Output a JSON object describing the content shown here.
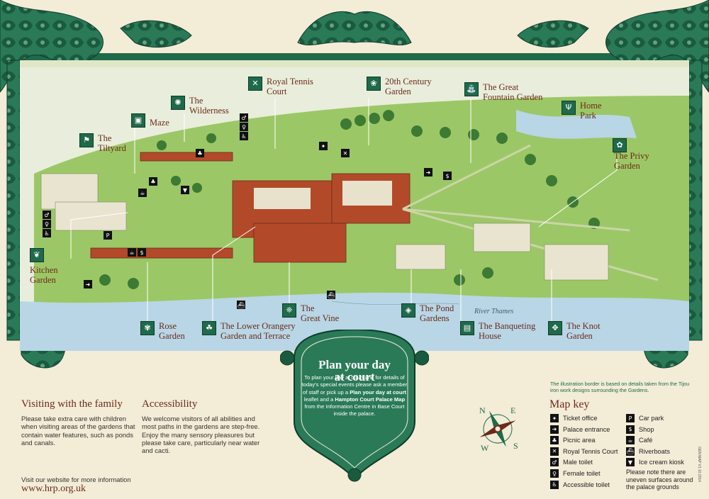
{
  "colors": {
    "border": "#1f6a4a",
    "parchment": "#f3ecd7",
    "heading": "#6b2a1a",
    "water": "#b8d6e6",
    "lawn": "#9cc766"
  },
  "labels": {
    "royal_tennis": "Royal Tennis\nCourt",
    "c20_garden": "20th Century\nGarden",
    "great_fountain": "The Great\nFountain Garden",
    "home_park": "Home\nPark",
    "wilderness": "The\nWilderness",
    "maze": "Maze",
    "tiltyard": "The\nTiltyard",
    "privy_garden": "The Privy\nGarden",
    "kitchen_garden": "Kitchen\nGarden",
    "rose_garden": "Rose\nGarden",
    "orangery": "The Lower Orangery\nGarden and Terrace",
    "great_vine": "The\nGreat Vine",
    "pond_gardens": "The Pond\nGardens",
    "river": "River Thames",
    "banqueting": "The Banqueting\nHouse",
    "knot_garden": "The Knot\nGarden"
  },
  "cartouche": {
    "title": "Plan your day\nat court",
    "body_1": "To plan your day at court and for details of today's special events please ask a member of staff or pick up a ",
    "body_bold_1": "Plan your day at court",
    "body_2": " leaflet and a ",
    "body_bold_2": "Hampton Court Palace Map",
    "body_3": " from the Information Centre in Base Court inside the palace."
  },
  "compass": {
    "n": "N",
    "e": "E",
    "s": "S",
    "w": "W"
  },
  "border_note": "The illustration border is based on details taken from the Tijou iron work designs surrounding the Gardens.",
  "family": {
    "title": "Visiting with the family",
    "text": "Please take extra care with children when visiting areas of the gardens that contain water features, such as ponds and canals."
  },
  "accessibility": {
    "title": "Accessibility",
    "text": "We welcome visitors of all abilities and most paths in the gardens are step-free. Enjoy the many sensory pleasures but please take care, particularly near water and cacti."
  },
  "website": {
    "note": "Visit our website for more information",
    "url": "www.hrp.org.uk"
  },
  "map_key": {
    "title": "Map key",
    "left": [
      {
        "icon": "ticket-icon",
        "glyph": "✦",
        "label": "Ticket office"
      },
      {
        "icon": "palace-entrance-icon",
        "glyph": "➜",
        "label": "Palace entrance"
      },
      {
        "icon": "picnic-icon",
        "glyph": "♣",
        "label": "Picnic area"
      },
      {
        "icon": "tennis-icon",
        "glyph": "✕",
        "label": "Royal Tennis Court"
      },
      {
        "icon": "male-toilet-icon",
        "glyph": "♂",
        "label": "Male toilet"
      },
      {
        "icon": "female-toilet-icon",
        "glyph": "♀",
        "label": "Female toilet"
      },
      {
        "icon": "accessible-toilet-icon",
        "glyph": "♿",
        "label": "Accessible toilet"
      }
    ],
    "right": [
      {
        "icon": "car-park-icon",
        "glyph": "P",
        "label": "Car park"
      },
      {
        "icon": "shop-icon",
        "glyph": "$",
        "label": "Shop"
      },
      {
        "icon": "cafe-icon",
        "glyph": "☕",
        "label": "Café"
      },
      {
        "icon": "riverboat-icon",
        "glyph": "⛴",
        "label": "Riverboats"
      },
      {
        "icon": "ice-cream-icon",
        "glyph": "▼",
        "label": "Ice cream kiosk"
      }
    ],
    "note": "Please note there are uneven surfaces around the palace grounds"
  },
  "print_code": "GEN MAP V1 10.2014"
}
